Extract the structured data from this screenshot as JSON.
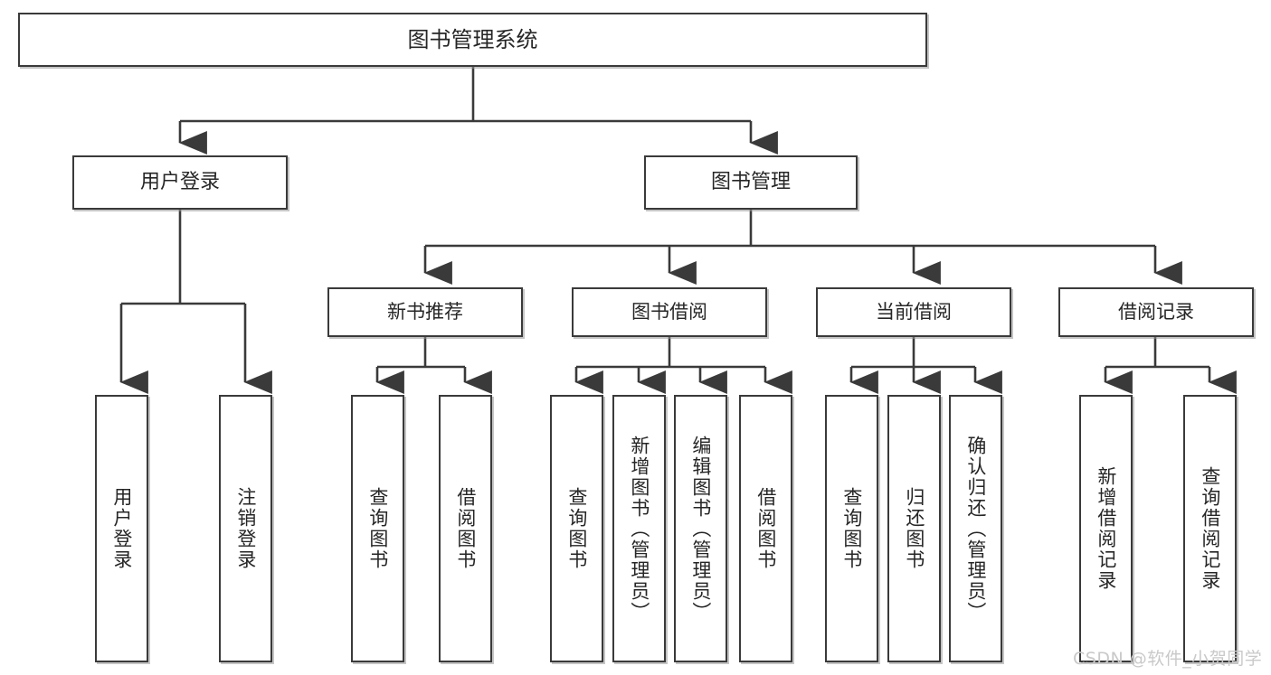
{
  "diagram": {
    "title": "图书管理系统",
    "type": "tree-hierarchy-chart",
    "colors": {
      "box_border": "#3a3a3a",
      "box_fill": "#ffffff",
      "edge": "#3a3a3a",
      "text": "#262626",
      "watermark": "#c9c9c9",
      "background": "#ffffff"
    },
    "root": {
      "label": "图书管理系统"
    },
    "level1": [
      {
        "id": "user-login",
        "label": "用户登录"
      },
      {
        "id": "book-management",
        "label": "图书管理"
      }
    ],
    "level2": [
      {
        "id": "new-book-recommend",
        "label": "新书推荐"
      },
      {
        "id": "book-borrow",
        "label": "图书借阅"
      },
      {
        "id": "current-borrow",
        "label": "当前借阅"
      },
      {
        "id": "borrow-record",
        "label": "借阅记录"
      }
    ],
    "leaves": {
      "user_login": [
        {
          "id": "leaf-user-login",
          "label": "用户登录"
        },
        {
          "id": "leaf-logout-login",
          "label": "注销登录"
        }
      ],
      "new_book_recommend": [
        {
          "id": "leaf-query-book-1",
          "label": "查询图书"
        },
        {
          "id": "leaf-borrow-book-1",
          "label": "借阅图书"
        }
      ],
      "book_borrow": [
        {
          "id": "leaf-query-book-2",
          "label": "查询图书"
        },
        {
          "id": "leaf-add-book",
          "label": "新增图书（管理员）"
        },
        {
          "id": "leaf-edit-book",
          "label": "编辑图书（管理员）"
        },
        {
          "id": "leaf-borrow-book-2",
          "label": "借阅图书"
        }
      ],
      "current_borrow": [
        {
          "id": "leaf-query-book-3",
          "label": "查询图书"
        },
        {
          "id": "leaf-return-book",
          "label": "归还图书"
        },
        {
          "id": "leaf-confirm-return",
          "label": "确认归还（管理员）"
        }
      ],
      "borrow_record": [
        {
          "id": "leaf-add-record",
          "label": "新增借阅记录"
        },
        {
          "id": "leaf-query-record",
          "label": "查询借阅记录"
        }
      ]
    },
    "watermark": "CSDN @软件_小贺同学"
  }
}
